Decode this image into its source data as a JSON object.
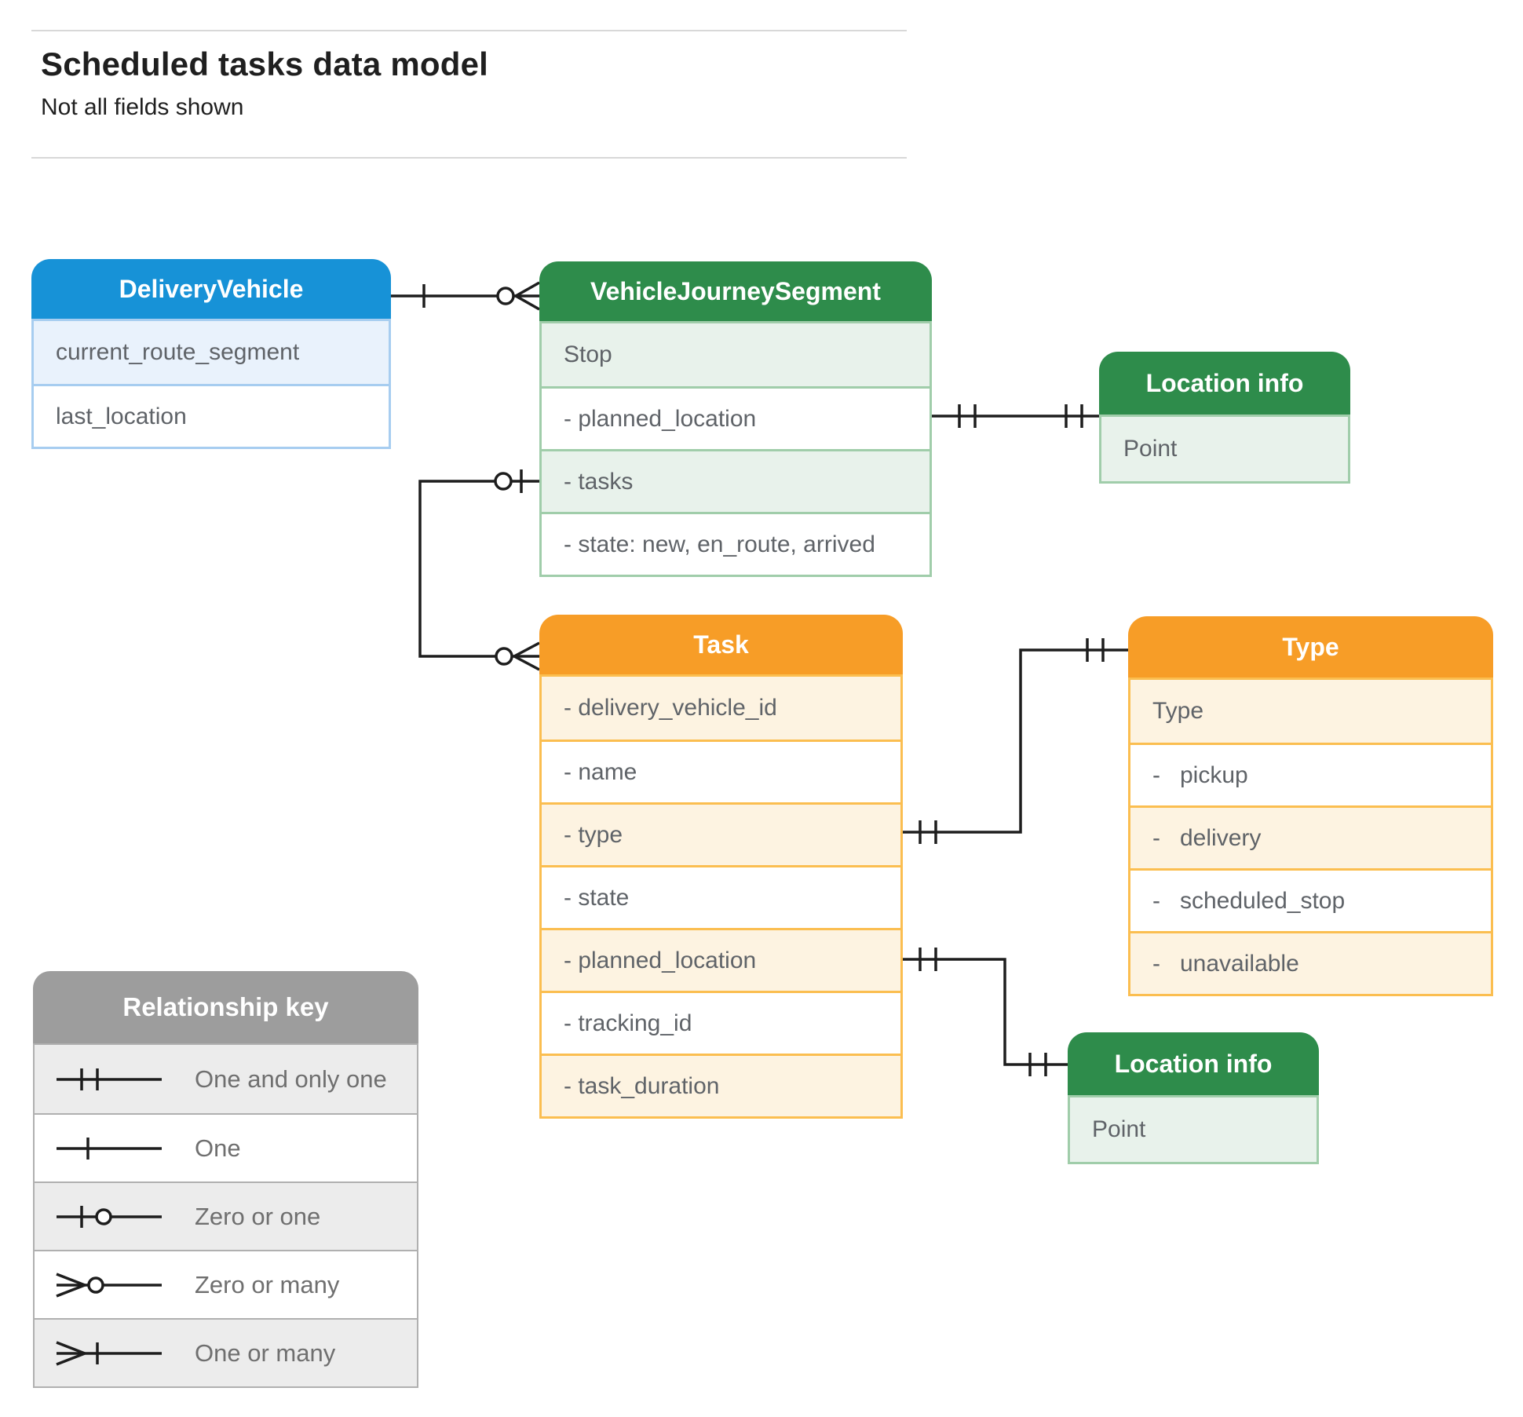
{
  "page": {
    "title": "Scheduled tasks data model",
    "subtitle": "Not all fields shown"
  },
  "colors": {
    "blue_header": "#1792d7",
    "blue_light": "#e9f2fc",
    "blue_border": "#a7cdf0",
    "green_header": "#2e8c4b",
    "green_light": "#e8f2eb",
    "green_border": "#a0cdaa",
    "orange_header": "#f79d27",
    "orange_light": "#fdf3e1",
    "orange_border": "#fbbe50",
    "gray_header": "#9d9d9d",
    "gray_light": "#ececec",
    "gray_border": "#b0b0b0",
    "text_row": "#5f6368",
    "text_legend": "#6f6f6f",
    "connector": "#1d1d1d"
  },
  "entities": {
    "delivery_vehicle": {
      "title": "DeliveryVehicle",
      "rows": [
        {
          "label": "current_route_segment"
        },
        {
          "label": "last_location"
        }
      ]
    },
    "vehicle_journey_segment": {
      "title": "VehicleJourneySegment",
      "rows": [
        {
          "label": "Stop"
        },
        {
          "label": "- planned_location"
        },
        {
          "label": "- tasks"
        },
        {
          "label": "- state: new, en_route, arrived"
        }
      ]
    },
    "location_info_top": {
      "title": "Location info",
      "rows": [
        {
          "label": "Point"
        }
      ]
    },
    "task": {
      "title": "Task",
      "rows": [
        {
          "label": "- delivery_vehicle_id"
        },
        {
          "label": "- name"
        },
        {
          "label": "- type"
        },
        {
          "label": "- state"
        },
        {
          "label": "- planned_location"
        },
        {
          "label": "- tracking_id"
        },
        {
          "label": "- task_duration"
        }
      ]
    },
    "type": {
      "title": "Type",
      "rows": [
        {
          "label": "Type"
        },
        {
          "label": "-   pickup"
        },
        {
          "label": "-   delivery"
        },
        {
          "label": "-   scheduled_stop"
        },
        {
          "label": "-   unavailable"
        }
      ]
    },
    "location_info_bottom": {
      "title": "Location info",
      "rows": [
        {
          "label": "Point"
        }
      ]
    }
  },
  "legend": {
    "title": "Relationship key",
    "items": [
      {
        "symbol": "one-and-only-one",
        "label": "One and only one"
      },
      {
        "symbol": "one",
        "label": "One"
      },
      {
        "symbol": "zero-or-one",
        "label": "Zero or one"
      },
      {
        "symbol": "zero-or-many",
        "label": "Zero or many"
      },
      {
        "symbol": "one-or-many",
        "label": "One or many"
      }
    ]
  },
  "relationships": [
    {
      "from": "DeliveryVehicle",
      "to": "VehicleJourneySegment",
      "from_cardinality": "one",
      "to_cardinality": "zero-or-many"
    },
    {
      "from": "VehicleJourneySegment.planned_location",
      "to": "Location info",
      "from_cardinality": "one-and-only-one",
      "to_cardinality": "one-and-only-one"
    },
    {
      "from": "VehicleJourneySegment.tasks",
      "to": "Task",
      "from_cardinality": "zero-or-one",
      "to_cardinality": "zero-or-many"
    },
    {
      "from": "Task.type",
      "to": "Type",
      "from_cardinality": "one-and-only-one",
      "to_cardinality": "one-and-only-one"
    },
    {
      "from": "Task.planned_location",
      "to": "Location info",
      "from_cardinality": "one-and-only-one",
      "to_cardinality": "one-and-only-one"
    }
  ]
}
